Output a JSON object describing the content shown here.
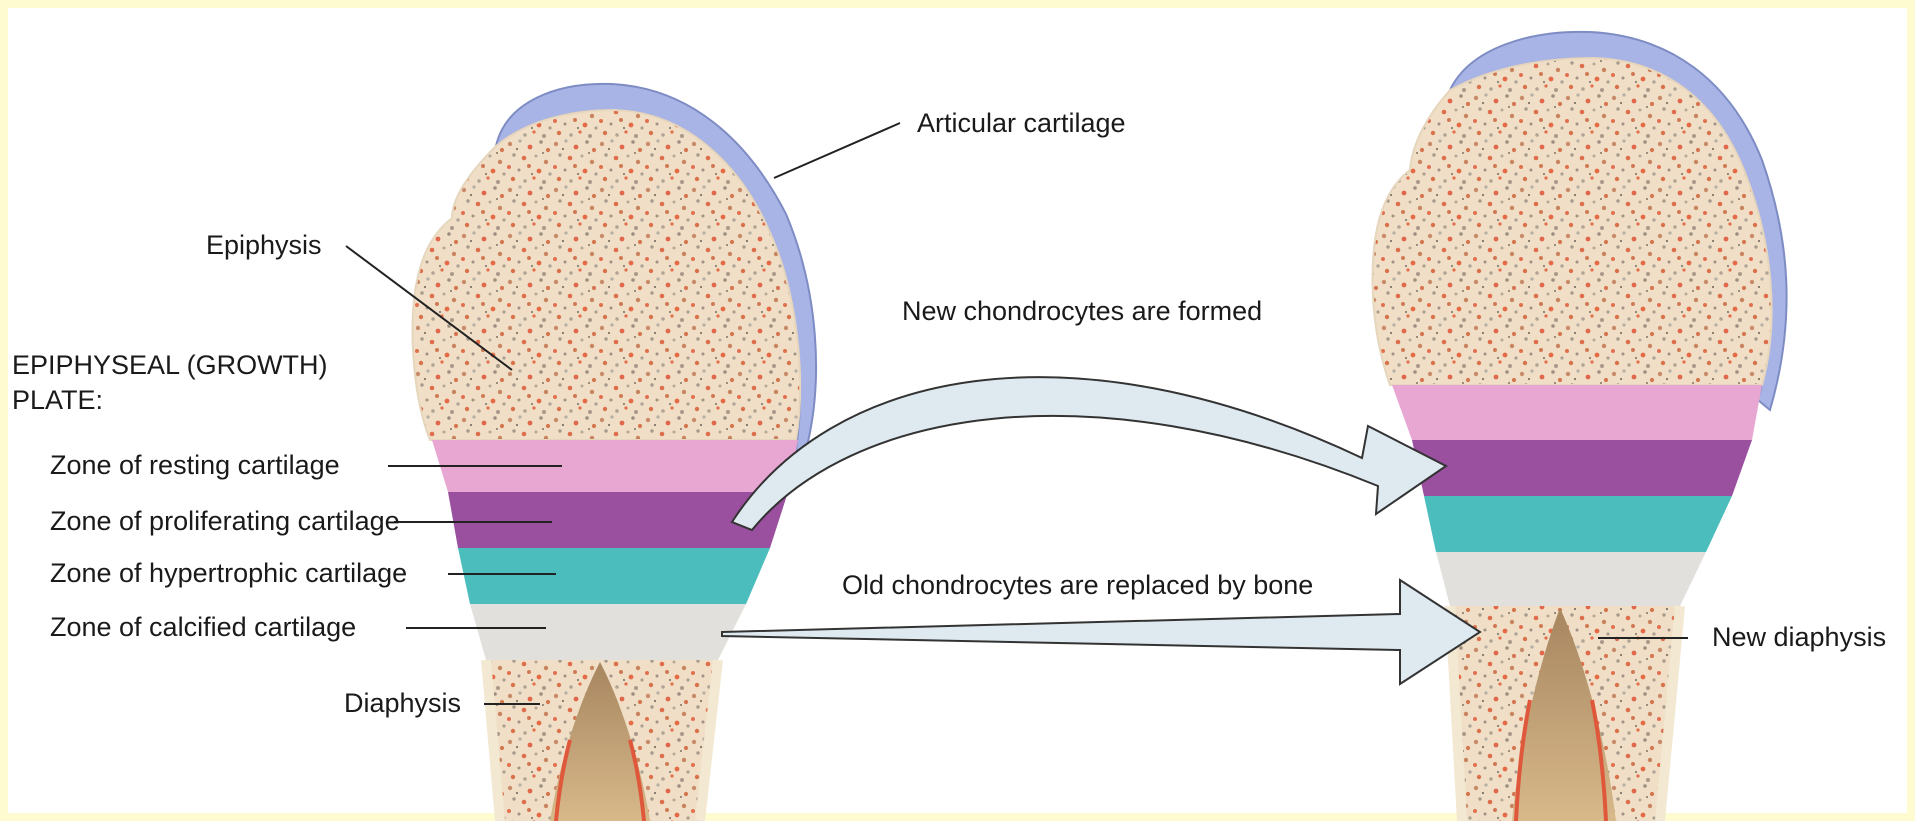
{
  "labels": {
    "articular_cartilage": "Articular cartilage",
    "epiphysis": "Epiphysis",
    "plate_title_line1": "EPIPHYSEAL (GROWTH)",
    "plate_title_line2": "PLATE:",
    "zone_resting": "Zone of resting cartilage",
    "zone_proliferating": "Zone of proliferating cartilage",
    "zone_hypertrophic": "Zone of hypertrophic cartilage",
    "zone_calcified": "Zone of calcified cartilage",
    "diaphysis": "Diaphysis",
    "new_chondrocytes": "New chondrocytes are formed",
    "old_chondrocytes": "Old chondrocytes are replaced by bone",
    "new_diaphysis": "New diaphysis"
  },
  "colors": {
    "background": "#fffbd0",
    "page": "#ffffff",
    "articular_cartilage": "#a9b4e6",
    "bone_fill": "#f0dfc6",
    "zone_resting": "#e8a6d3",
    "zone_proliferating": "#9a4f9f",
    "zone_hypertrophic": "#4cbdbd",
    "zone_calcified": "#e2e0dc",
    "arrow_fill": "#dfeaf0"
  }
}
